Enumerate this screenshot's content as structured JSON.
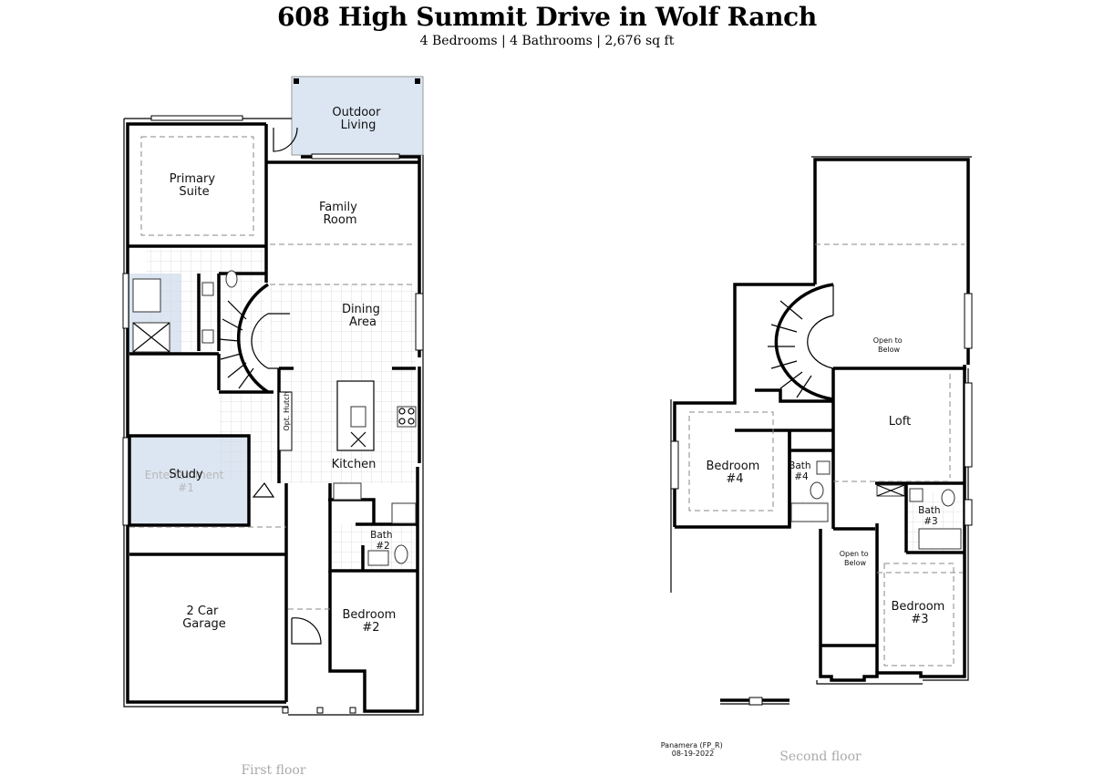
{
  "header": {
    "title": "608 High Summit Drive in Wolf Ranch",
    "subtitle": "4 Bedrooms | 4 Bathrooms | 2,676 sq ft"
  },
  "colors": {
    "highlight": "#dce6f2",
    "wall": "#000000",
    "caption": "#aaaaaa"
  },
  "first_floor": {
    "caption": "First floor",
    "rooms": {
      "outdoor_living": [
        "Outdoor",
        "Living"
      ],
      "primary_suite": [
        "Primary",
        "Suite"
      ],
      "family_room": [
        "Family",
        "Room"
      ],
      "dining_area": [
        "Dining",
        "Area"
      ],
      "kitchen": "Kitchen",
      "opt_hutch": "Opt. Hutch",
      "study": "Study",
      "study_ghost": [
        "Entertainment",
        "#1"
      ],
      "bath2": [
        "Bath",
        "#2"
      ],
      "garage": [
        "2 Car",
        "Garage"
      ],
      "bedroom2": [
        "Bedroom",
        "#2"
      ]
    }
  },
  "second_floor": {
    "caption": "Second floor",
    "rooms": {
      "open_below_top": [
        "Open to",
        "Below"
      ],
      "loft": "Loft",
      "bedroom4": [
        "Bedroom",
        "#4"
      ],
      "bath4": [
        "Bath",
        "#4"
      ],
      "bath3": [
        "Bath",
        "#3"
      ],
      "open_below_bottom": [
        "Open to",
        "Below"
      ],
      "bedroom3": [
        "Bedroom",
        "#3"
      ]
    }
  },
  "plan_stamp": [
    "Panamera (FP_R)",
    "08-19-2022"
  ]
}
